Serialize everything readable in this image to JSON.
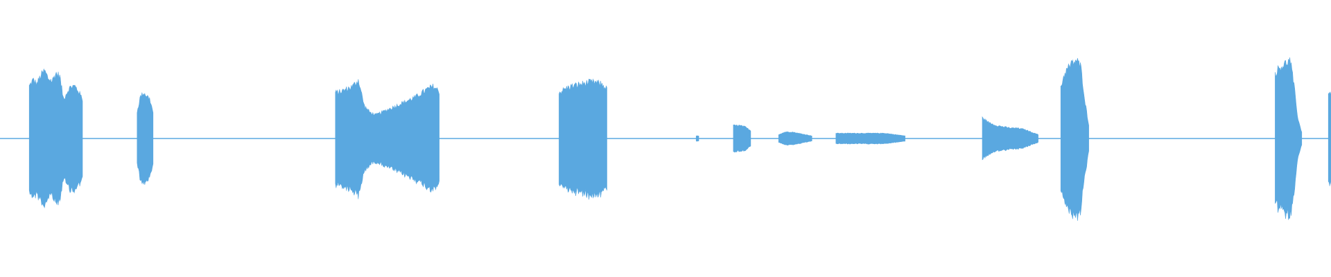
{
  "waveform": {
    "color": "#5AA8E0",
    "background": "#ffffff",
    "amplitude_scale": 1.0,
    "segments": [
      {
        "start": 0.022,
        "end": 0.062,
        "peak": 0.52,
        "envelope": [
          0.4,
          0.45,
          0.42,
          0.48,
          0.52,
          0.46,
          0.44,
          0.5,
          0.48,
          0.3,
          0.36,
          0.4,
          0.4,
          0.36,
          0.3
        ]
      },
      {
        "start": 0.103,
        "end": 0.115,
        "peak": 0.35,
        "envelope": [
          0.2,
          0.32,
          0.35,
          0.33,
          0.3,
          0.2
        ]
      },
      {
        "start": 0.252,
        "end": 0.33,
        "peak": 0.45,
        "envelope": [
          0.35,
          0.36,
          0.38,
          0.4,
          0.45,
          0.25,
          0.2,
          0.18,
          0.2,
          0.22,
          0.24,
          0.26,
          0.28,
          0.3,
          0.32,
          0.35,
          0.38,
          0.4,
          0.36
        ]
      },
      {
        "start": 0.42,
        "end": 0.456,
        "peak": 0.43,
        "envelope": [
          0.35,
          0.38,
          0.4,
          0.41,
          0.42,
          0.43,
          0.43,
          0.42,
          0.38
        ]
      },
      {
        "start": 0.523,
        "end": 0.525,
        "peak": 0.02,
        "envelope": [
          0.02,
          0.02
        ]
      },
      {
        "start": 0.551,
        "end": 0.564,
        "peak": 0.1,
        "envelope": [
          0.1,
          0.1,
          0.09,
          0.06
        ]
      },
      {
        "start": 0.585,
        "end": 0.61,
        "peak": 0.05,
        "envelope": [
          0.03,
          0.05,
          0.05,
          0.04,
          0.03,
          0.02
        ]
      },
      {
        "start": 0.628,
        "end": 0.68,
        "peak": 0.04,
        "envelope": [
          0.04,
          0.04,
          0.04,
          0.04,
          0.04,
          0.04,
          0.03,
          0.02
        ]
      },
      {
        "start": 0.738,
        "end": 0.78,
        "peak": 0.16,
        "envelope": [
          0.16,
          0.12,
          0.1,
          0.09,
          0.08,
          0.08,
          0.07,
          0.05,
          0.03
        ]
      },
      {
        "start": 0.797,
        "end": 0.818,
        "peak": 0.6,
        "envelope": [
          0.4,
          0.5,
          0.55,
          0.58,
          0.6,
          0.55,
          0.3,
          0.1
        ]
      },
      {
        "start": 0.958,
        "end": 0.978,
        "peak": 0.6,
        "envelope": [
          0.5,
          0.54,
          0.56,
          0.58,
          0.6,
          0.4,
          0.15,
          0.05
        ]
      },
      {
        "start": 0.998,
        "end": 1.0,
        "peak": 0.35,
        "envelope": [
          0.35,
          0.35
        ]
      }
    ]
  }
}
